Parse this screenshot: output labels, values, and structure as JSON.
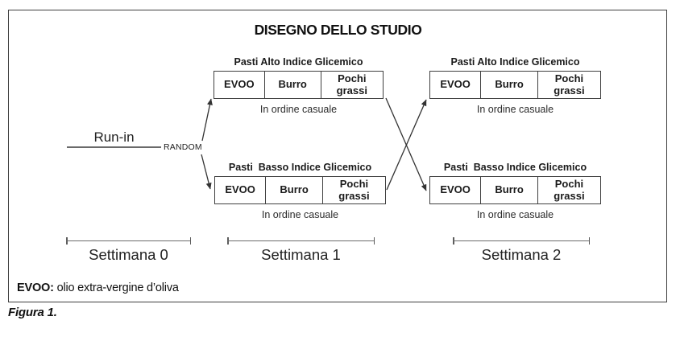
{
  "title": "DISEGNO DELLO STUDIO",
  "runin": {
    "label": "Run-in",
    "random": "RANDOM"
  },
  "groups": [
    {
      "label": "Pasti Alto Indice Glicemico",
      "cells": [
        "EVOO",
        "Burro",
        "Pochi grassi"
      ],
      "note": "In ordine casuale"
    },
    {
      "label": "Pasti  Basso Indice Glicemico",
      "cells": [
        "EVOO",
        "Burro",
        "Pochi grassi"
      ],
      "note": "In ordine casuale"
    },
    {
      "label": "Pasti Alto Indice Glicemico",
      "cells": [
        "EVOO",
        "Burro",
        "Pochi grassi"
      ],
      "note": "In ordine casuale"
    },
    {
      "label": "Pasti  Basso Indice Glicemico",
      "cells": [
        "EVOO",
        "Burro",
        "Pochi grassi"
      ],
      "note": "In ordine casuale"
    }
  ],
  "timeline": {
    "weeks": [
      "Settimana 0",
      "Settimana 1",
      "Settimana 2"
    ]
  },
  "legend": {
    "term": "EVOO:",
    "definition": "olio extra-vergine d’oliva"
  },
  "caption": "Figura 1.",
  "colors": {
    "frame_border": "#3e3e3e",
    "box_border": "#3f3f3f",
    "line": "#6a6a6a",
    "arrow": "#333333",
    "text": "#1a1a1a",
    "background": "#ffffff"
  }
}
